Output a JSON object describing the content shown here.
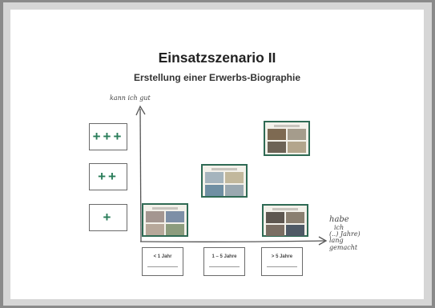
{
  "slide": {
    "title": "Einsatzszenario II",
    "subtitle": "Erstellung einer Erwerbs-Biographie"
  },
  "axis": {
    "y_label": "kann ich gut",
    "x_label_lines": [
      "habe",
      "ich",
      "(..) Jahre)",
      "lang",
      "gemacht"
    ]
  },
  "skill_cards": [
    "+++",
    "++",
    "+"
  ],
  "year_cards": [
    "< 1 Jahr",
    "1 – 5 Jahre",
    "> 5 Jahre"
  ],
  "colors": {
    "plus": "#2a7d5a",
    "photo_border": "#2f6a54"
  }
}
